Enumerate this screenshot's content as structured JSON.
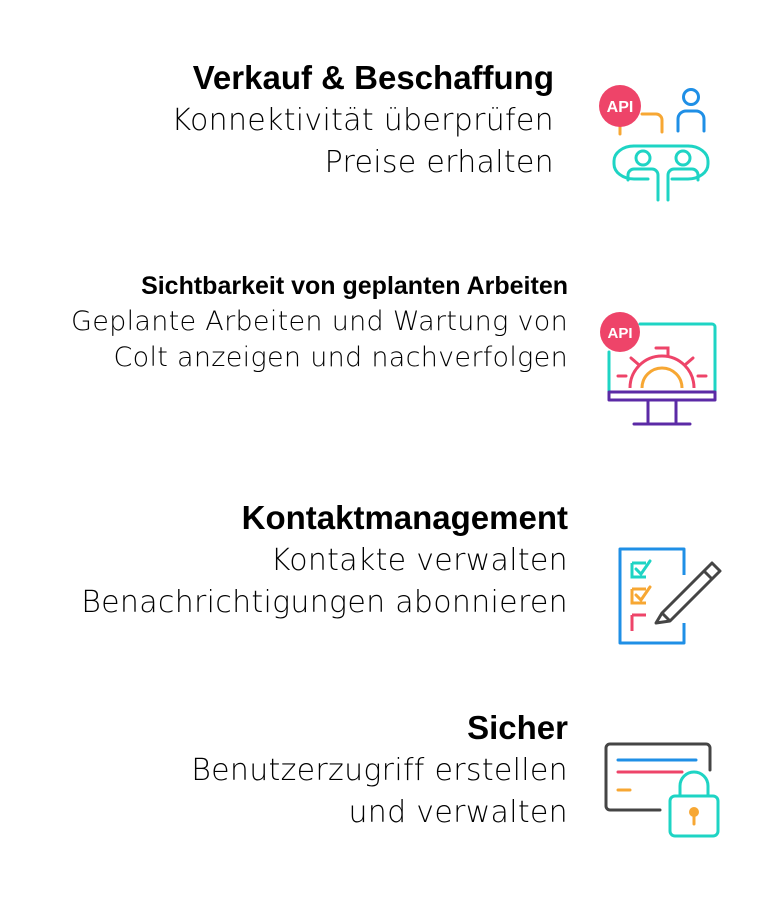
{
  "features": [
    {
      "title": "Verkauf & Beschaffung",
      "lines": [
        "Konnektivität überprüfen",
        "Preise erhalten"
      ],
      "icon": "team-meeting-api-icon"
    },
    {
      "title": "Sichtbarkeit von geplanten Arbeiten",
      "lines": [
        "Geplante Arbeiten und Wartung von",
        "Colt anzeigen und nachverfolgen"
      ],
      "icon": "monitor-gear-api-icon"
    },
    {
      "title": "Kontaktmanagement",
      "lines": [
        "Kontakte verwalten",
        "Benachrichtigungen abonnieren"
      ],
      "icon": "checklist-pencil-icon"
    },
    {
      "title": "Sicher",
      "lines": [
        "Benutzerzugriff erstellen",
        "und verwalten"
      ],
      "icon": "secure-card-lock-icon"
    }
  ],
  "badges": {
    "api_label": "API"
  },
  "colors": {
    "teal": "#1ed4c4",
    "blue": "#1f8fe6",
    "pink": "#ee4469",
    "orange": "#f7a733",
    "purple": "#5b2aa6",
    "gray": "#454545"
  }
}
